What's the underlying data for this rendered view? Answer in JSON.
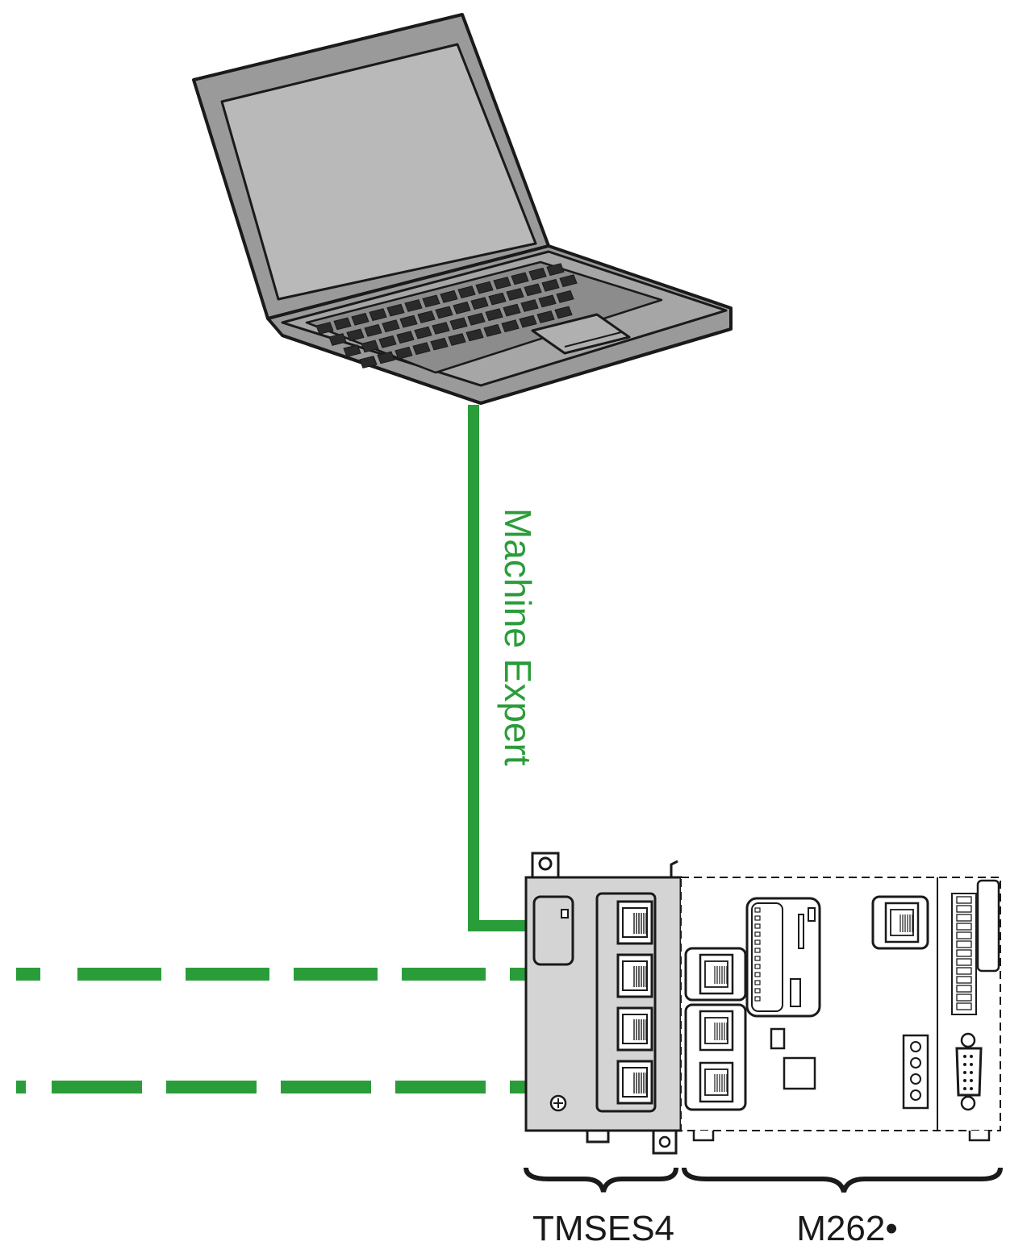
{
  "cable_label": "Machine Expert",
  "switch_label": "TMSES4",
  "controller_label": "M262•",
  "colors": {
    "cable": "#2a9d3a",
    "device_body": "#d4d4d4",
    "outline": "#1a1a1a",
    "laptop_screen": "#b9b9b9",
    "laptop_body": "#999999"
  }
}
